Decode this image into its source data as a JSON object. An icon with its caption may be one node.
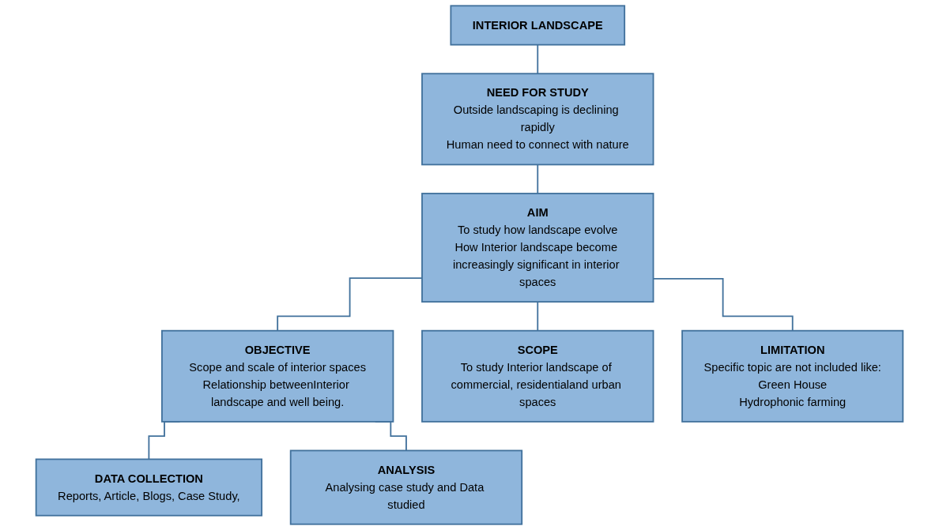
{
  "diagram": {
    "nodes": [
      {
        "text": [
          "INTERIOR LANDSCAPE"
        ]
      },
      {
        "text": [
          "NEED FOR STUDY",
          "Outside landscaping is declining rapidly",
          "Human need to connect with nature"
        ]
      },
      {
        "text": [
          "AIM",
          "To study how landscape evolve",
          "How Interior landscape become increasingly significant in interior spaces"
        ]
      },
      {
        "text": [
          "OBJECTIVE",
          "Scope and scale of interior spaces",
          "Relationship betweenInterior landscape and well being."
        ]
      },
      {
        "text": [
          "SCOPE",
          "To study Interior landscape of commercial, residentialand urban spaces"
        ]
      },
      {
        "text": [
          "LIMITATION",
          "Specific topic are not included like:",
          "Green House",
          "Hydrophonic farming"
        ]
      },
      {
        "text": [
          "DATA COLLECTION",
          "Reports, Article, Blogs, Case Study,"
        ]
      },
      {
        "text": [
          "ANALYSIS",
          "Analysing case study and Data studied"
        ]
      }
    ],
    "edges": [
      {
        "from": 0,
        "to": 1,
        "arrow": "none"
      },
      {
        "from": 1,
        "to": 2,
        "arrow": "none"
      },
      {
        "from": 2,
        "to": 3,
        "arrow": "none"
      },
      {
        "from": 2,
        "to": 4,
        "arrow": "none"
      },
      {
        "from": 2,
        "to": 5,
        "arrow": "none"
      },
      {
        "from": 3,
        "to": 6,
        "arrow": "none"
      },
      {
        "from": 3,
        "to": 7,
        "arrow": "none"
      }
    ]
  }
}
